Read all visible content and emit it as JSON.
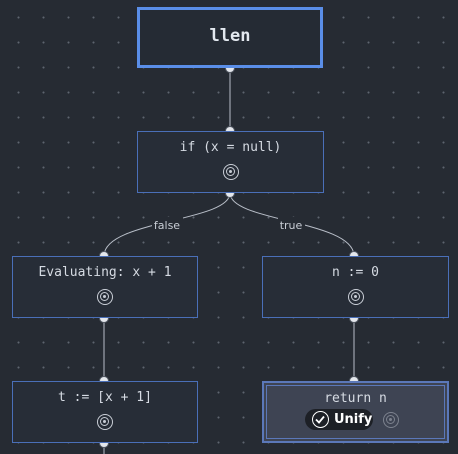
{
  "root": {
    "label": "llen"
  },
  "nodes": {
    "if_node": {
      "label": "if (x = null)"
    },
    "eval_node": {
      "label": "Evaluating: x + 1"
    },
    "assign_n": {
      "label": "n := 0"
    },
    "assign_t": {
      "label": "t := [x + 1]"
    },
    "return_n": {
      "label": "return n",
      "unify_label": "Unify"
    }
  },
  "edges": {
    "false_label": "false",
    "true_label": "true"
  }
}
